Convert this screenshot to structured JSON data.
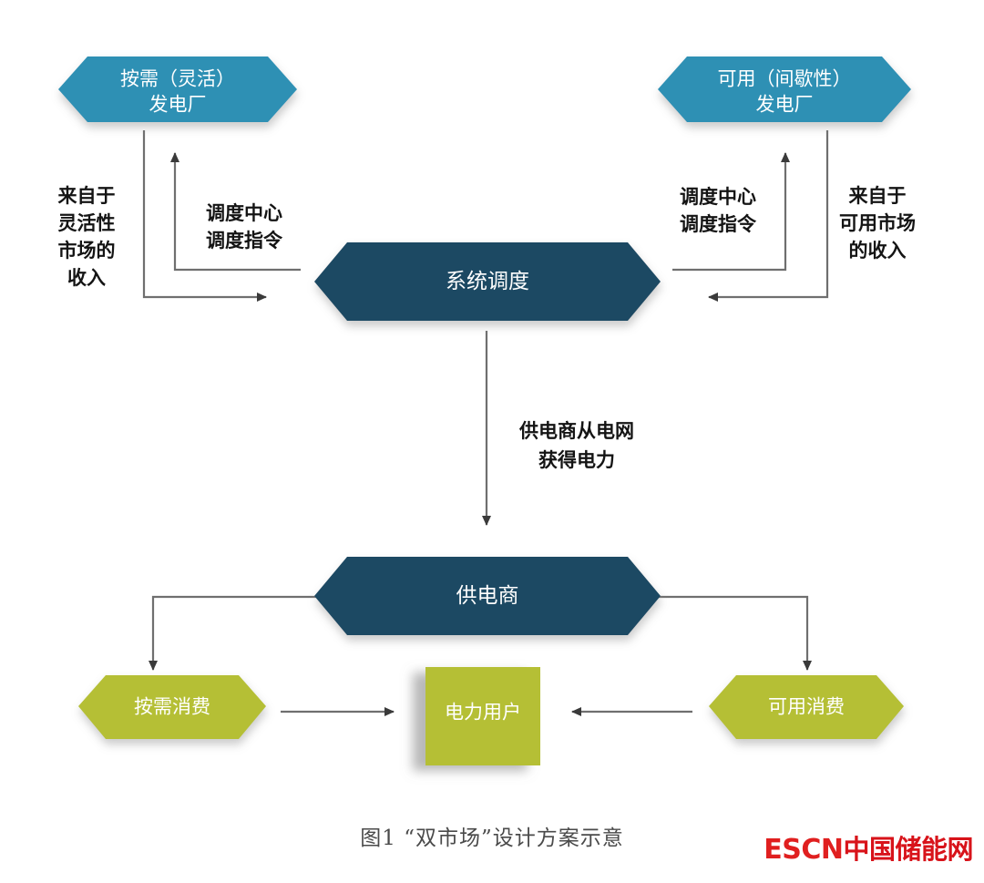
{
  "figure": {
    "caption": "图1 “双市场”设计方案示意",
    "background_color": "#ffffff"
  },
  "palette": {
    "blue": "#2e90b4",
    "dark_teal": "#1d4a63",
    "olive": "#b5bf35",
    "line": "#6f6f6f",
    "arrow": "#3a3a3a",
    "label_text": "#141414",
    "node_text": "#ffffff",
    "caption_text": "#4a4a4a",
    "logo_red": "#d8131a"
  },
  "nodes": [
    {
      "id": "flexible-plant",
      "label_line1": "按需（灵活）",
      "label_line2": "发电厂",
      "shape": "hexagon",
      "color": "#2e90b4"
    },
    {
      "id": "intermittent-plant",
      "label_line1": "可用（间歇性）",
      "label_line2": "发电厂",
      "shape": "hexagon",
      "color": "#2e90b4"
    },
    {
      "id": "system-dispatch",
      "label_line1": "系统调度",
      "shape": "hexagon",
      "color": "#1d4a63"
    },
    {
      "id": "power-supplier",
      "label_line1": "供电商",
      "shape": "hexagon",
      "color": "#1d4a63"
    },
    {
      "id": "on-demand-consumption",
      "label_line1": "按需消费",
      "shape": "hexagon",
      "color": "#b5bf35"
    },
    {
      "id": "available-consumption",
      "label_line1": "可用消费",
      "shape": "hexagon",
      "color": "#b5bf35"
    },
    {
      "id": "power-user",
      "label_line1": "电力用户",
      "shape": "rectangle",
      "color": "#b5bf35"
    }
  ],
  "edge_labels": {
    "left_revenue_line1": "来自于",
    "left_revenue_line2": "灵活性",
    "left_revenue_line3": "市场的",
    "left_revenue_line4": "收入",
    "left_dispatch_line1": "调度中心",
    "left_dispatch_line2": "调度指令",
    "right_dispatch_line1": "调度中心",
    "right_dispatch_line2": "调度指令",
    "right_revenue_line1": "来自于",
    "right_revenue_line2": "可用市场",
    "right_revenue_line3": "的收入",
    "center_flow_line1": "供电商从电网",
    "center_flow_line2": "获得电力"
  },
  "logo": {
    "latin": "ESCN",
    "chinese": "中国储能网"
  }
}
